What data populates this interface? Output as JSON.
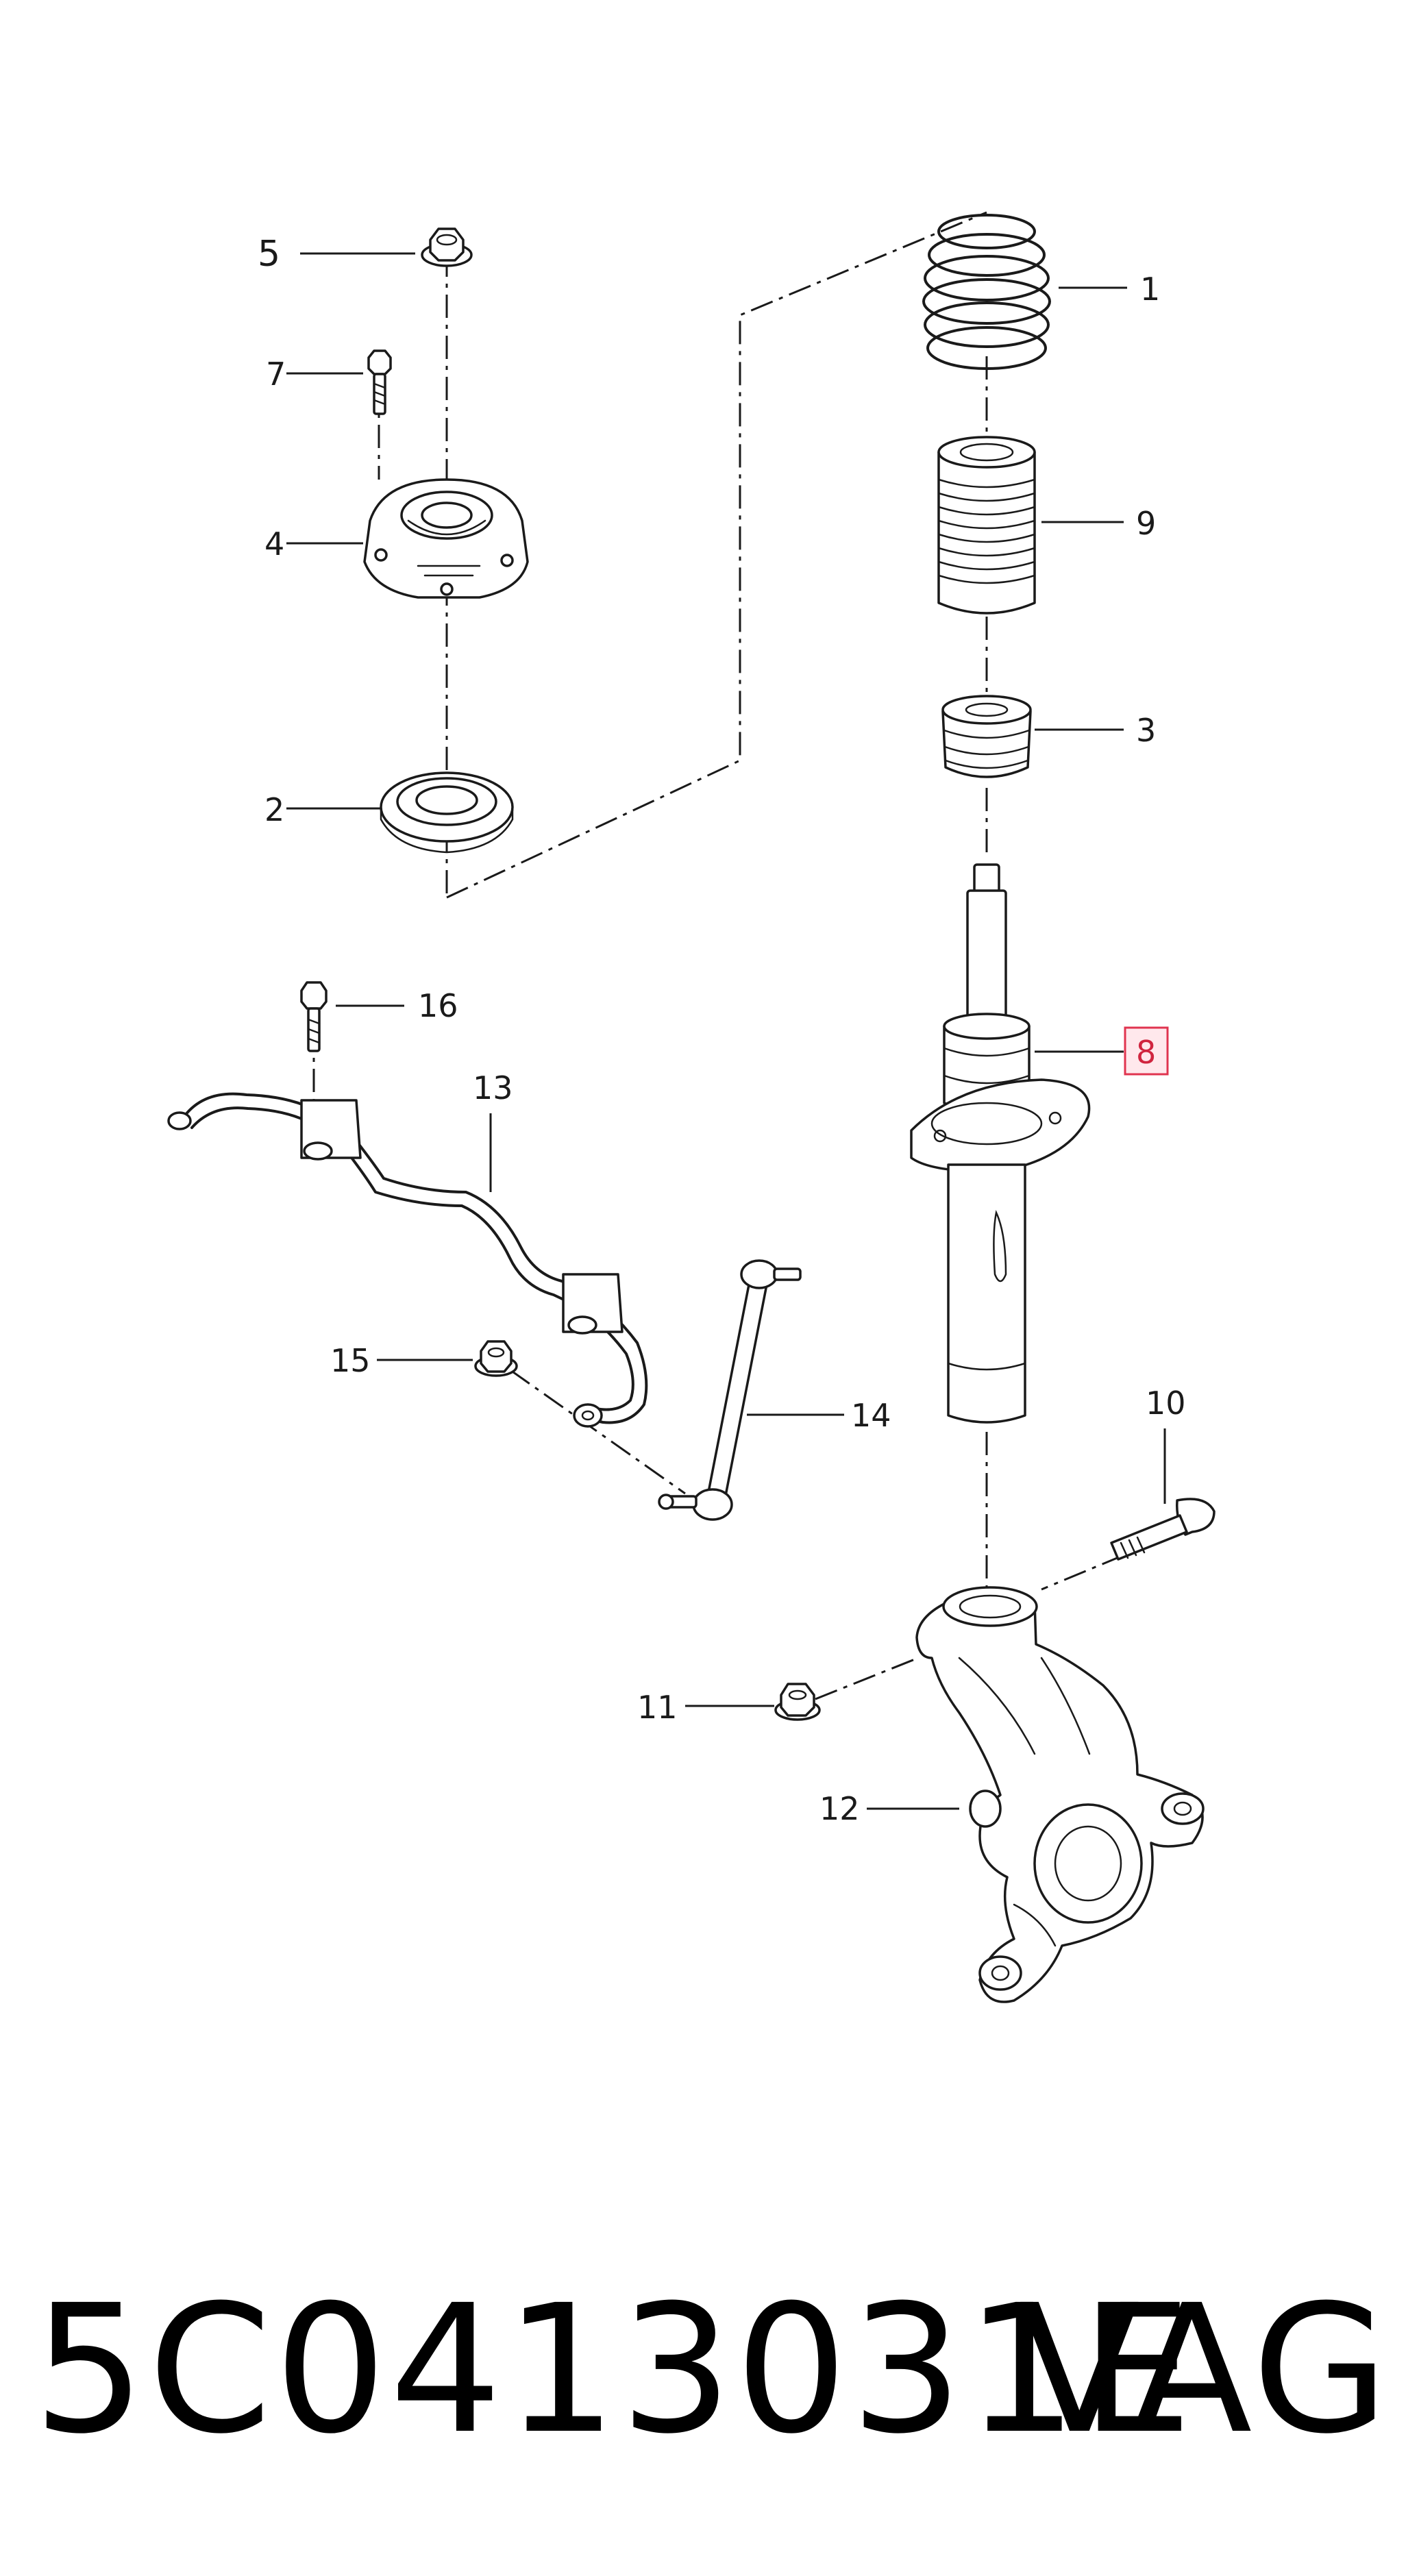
{
  "callouts": [
    {
      "id": "1",
      "label": "1"
    },
    {
      "id": "2",
      "label": "2"
    },
    {
      "id": "3",
      "label": "3"
    },
    {
      "id": "4",
      "label": "4"
    },
    {
      "id": "5",
      "label": "5"
    },
    {
      "id": "7",
      "label": "7"
    },
    {
      "id": "8",
      "label": "8",
      "highlighted": true
    },
    {
      "id": "9",
      "label": "9"
    },
    {
      "id": "10",
      "label": "10"
    },
    {
      "id": "11",
      "label": "11"
    },
    {
      "id": "12",
      "label": "12"
    },
    {
      "id": "13",
      "label": "13"
    },
    {
      "id": "14",
      "label": "14"
    },
    {
      "id": "15",
      "label": "15"
    },
    {
      "id": "16",
      "label": "16"
    }
  ],
  "footer": {
    "part_number": "5C0413031E",
    "brand": "VAG"
  },
  "colors": {
    "line": "#1a1a1a",
    "highlight_border": "#e0344f",
    "highlight_fill": "#ffe8ec"
  }
}
